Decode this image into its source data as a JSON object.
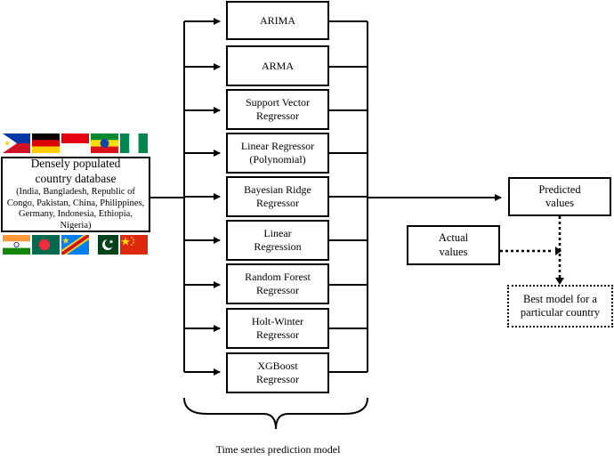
{
  "database": {
    "title_line1": "Densely populated",
    "title_line2": "country database",
    "countries_line1": "(India, Bangladesh, Republic of",
    "countries_line2": "Congo, Pakistan, China, Philippines,",
    "countries_line3": "Germany, Indonesia, Ethiopia,",
    "countries_line4": "Nigeria)"
  },
  "models": [
    {
      "line1": "ARIMA",
      "line2": ""
    },
    {
      "line1": "ARMA",
      "line2": ""
    },
    {
      "line1": "Support Vector",
      "line2": "Regressor"
    },
    {
      "line1": "Linear Regressor",
      "line2": "(Polynomial)"
    },
    {
      "line1": "Bayesian Ridge",
      "line2": "Regressor"
    },
    {
      "line1": "Linear",
      "line2": "Regression"
    },
    {
      "line1": "Random Forest",
      "line2": "Regressor"
    },
    {
      "line1": "Holt-Winter",
      "line2": "Regressor"
    },
    {
      "line1": "XGBoost",
      "line2": "Regressor"
    }
  ],
  "predicted": {
    "line1": "Predicted",
    "line2": "values"
  },
  "actual": {
    "line1": "Actual",
    "line2": "values"
  },
  "best": {
    "line1": "Best model for a",
    "line2": "particular country"
  },
  "caption": "Time series prediction model",
  "flags_top": [
    "philippines-flag",
    "germany-flag",
    "indonesia-flag",
    "ethiopia-flag",
    "nigeria-flag"
  ],
  "flags_bottom": [
    "india-flag",
    "bangladesh-flag",
    "congo-flag",
    "pakistan-flag",
    "china-flag"
  ]
}
